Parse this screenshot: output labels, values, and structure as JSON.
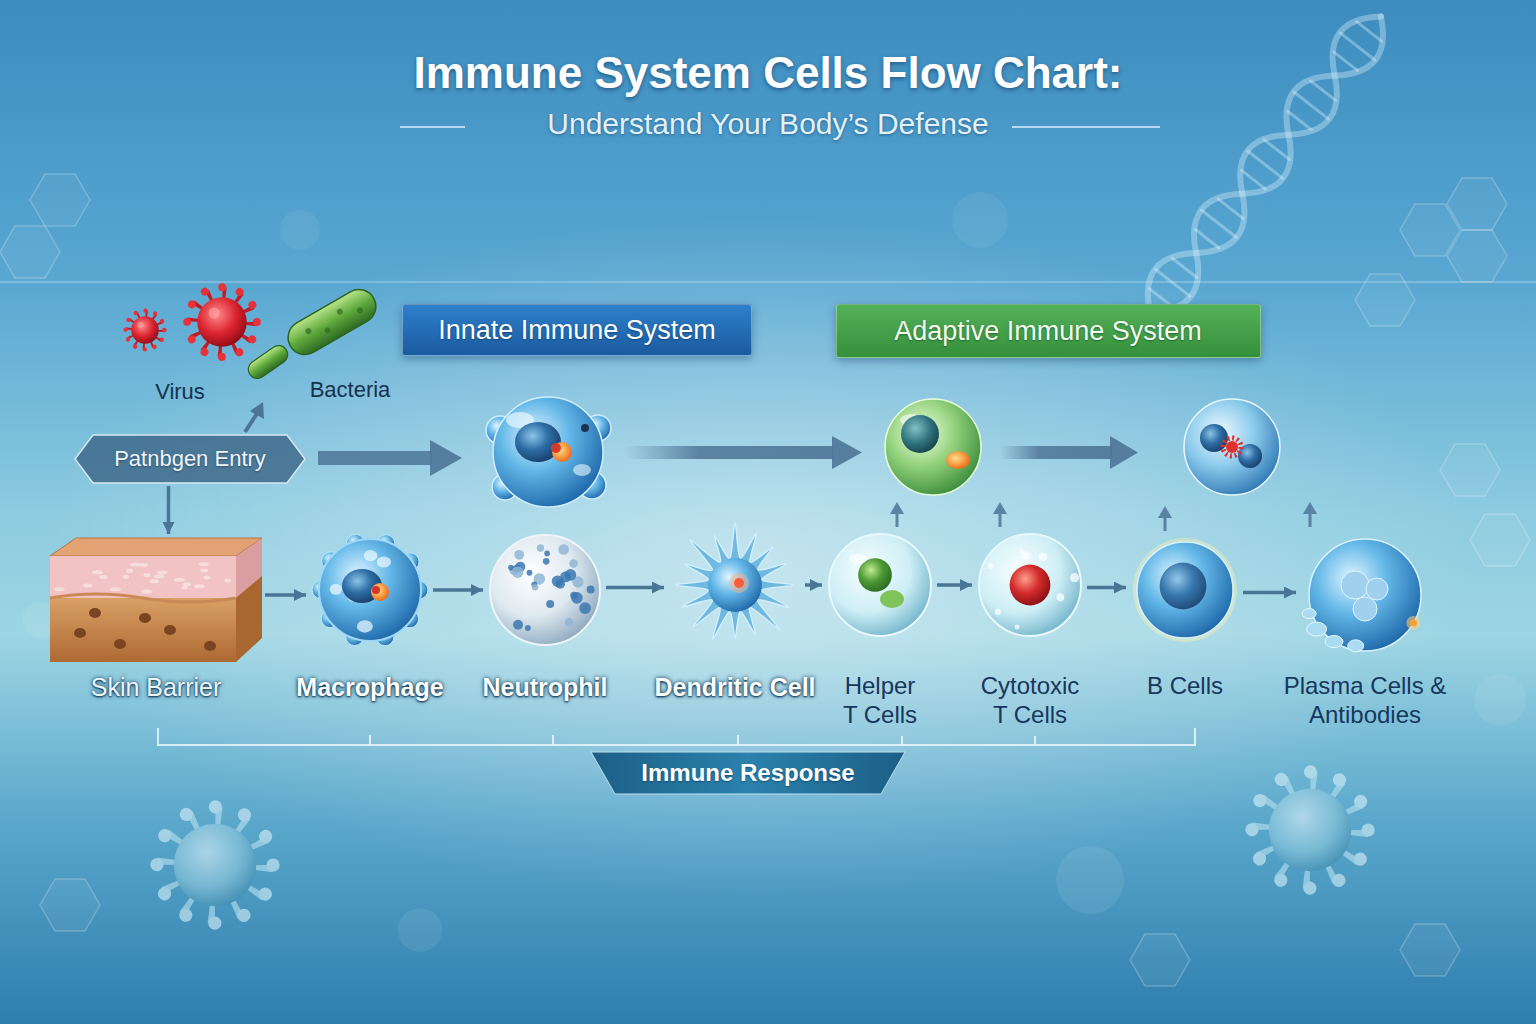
{
  "diagram": {
    "title": "Immune System Cells Flow Chart:",
    "nodes": [
      {
        "text": [
          "Innate Immune System"
        ]
      },
      {
        "text": [
          "Adaptive Immune System"
        ]
      },
      {
        "text": [
          "Patnbgen Entry"
        ]
      },
      {
        "text": [
          "Skin Barrier"
        ]
      },
      {
        "text": [
          "Macrophage"
        ]
      },
      {
        "text": [
          "Neutrophil"
        ]
      },
      {
        "text": [
          "Dendritic Cell"
        ]
      },
      {
        "text": [
          "Helper T Cells"
        ]
      },
      {
        "text": [
          "Cytotoxic T Cells"
        ]
      },
      {
        "text": [
          "B Cells"
        ]
      },
      {
        "text": [
          "Plasma Cells & Antibodies"
        ]
      },
      {
        "text": [
          "Immune Response"
        ]
      }
    ],
    "edges": [
      {
        "from": 2,
        "to": 3,
        "arrow": "to"
      },
      {
        "from": 3,
        "to": 4,
        "arrow": "to"
      },
      {
        "from": 4,
        "to": 5,
        "arrow": "to"
      },
      {
        "from": 5,
        "to": 6,
        "arrow": "to"
      },
      {
        "from": 6,
        "to": 7,
        "arrow": "to"
      },
      {
        "from": 7,
        "to": 8,
        "arrow": "to"
      },
      {
        "from": 8,
        "to": 9,
        "arrow": "to"
      },
      {
        "from": 9,
        "to": 10,
        "arrow": "to"
      }
    ],
    "labels": [
      "Understand Your Body’s Defense",
      "Virus",
      "Bacteria"
    ]
  }
}
